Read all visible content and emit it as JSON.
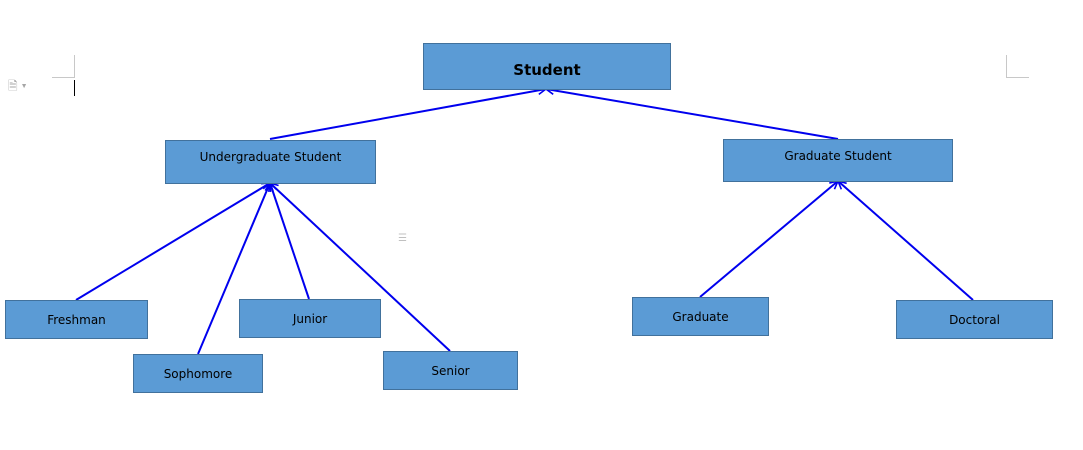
{
  "nodes": {
    "student": {
      "label": "Student"
    },
    "undergraduate": {
      "label": "Undergraduate Student"
    },
    "graduate_student": {
      "label": "Graduate Student"
    },
    "freshman": {
      "label": "Freshman"
    },
    "sophomore": {
      "label": "Sophomore"
    },
    "junior": {
      "label": "Junior"
    },
    "senior": {
      "label": "Senior"
    },
    "graduate": {
      "label": "Graduate"
    },
    "doctoral": {
      "label": "Doctoral"
    }
  },
  "edges": [
    {
      "from": "undergraduate",
      "to": "student"
    },
    {
      "from": "graduate_student",
      "to": "student"
    },
    {
      "from": "freshman",
      "to": "undergraduate"
    },
    {
      "from": "sophomore",
      "to": "undergraduate"
    },
    {
      "from": "junior",
      "to": "undergraduate"
    },
    {
      "from": "senior",
      "to": "undergraduate"
    },
    {
      "from": "graduate",
      "to": "graduate_student"
    },
    {
      "from": "doctoral",
      "to": "graduate_student"
    }
  ],
  "colors": {
    "node_fill": "#5b9bd5",
    "node_border": "#41719c",
    "edge": "#0000ee"
  },
  "icons": {
    "page_icon": "document-icon",
    "anchor_icon": "text-anchor-icon"
  }
}
